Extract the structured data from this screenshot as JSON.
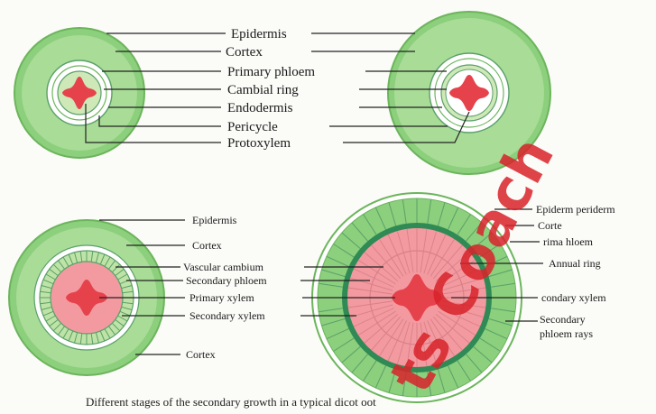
{
  "colors": {
    "outer_green": "#8ccf7c",
    "outer_green_stroke": "#6cb55c",
    "light_green": "#cfe8b7",
    "cambium_green": "#5aa06a",
    "xylem_red": "#e6424c",
    "secondary_xylem_pink": "#f39aa0",
    "watermark_red": "#d9232a",
    "text": "#1a1a1a"
  },
  "labels": {
    "top": {
      "epidermis": "Epidermis",
      "cortex": "Cortex",
      "primary_phloem": "Primary phloem",
      "cambial_ring": "Cambial ring",
      "endodermis": "Endodermis",
      "pericycle": "Pericycle",
      "protoxylem": "Protoxylem"
    },
    "bottom_left": {
      "epidermis": "Epidermis",
      "cortex_upper": "Cortex",
      "vascular_cambium": "Vascular cambium",
      "secondary_phloem": "Secondary phloem",
      "primary_xylem": "Primary xylem",
      "secondary_xylem": "Secondary xylem",
      "cortex_lower": "Cortex"
    },
    "bottom_right": {
      "epidermis_periderm": "Epiderm  periderm",
      "cortex": "Corte",
      "primary_phloem": "rima  hloem",
      "annual_ring": "Annual ring",
      "secondary_xylem": "condary xylem",
      "secondary_phloem_rays_1": "Secondary",
      "secondary_phloem_rays_2": "phloem rays"
    }
  },
  "caption": "Different stages of the secondary growth in a typical dicot  oot",
  "watermark": "ts Coach"
}
